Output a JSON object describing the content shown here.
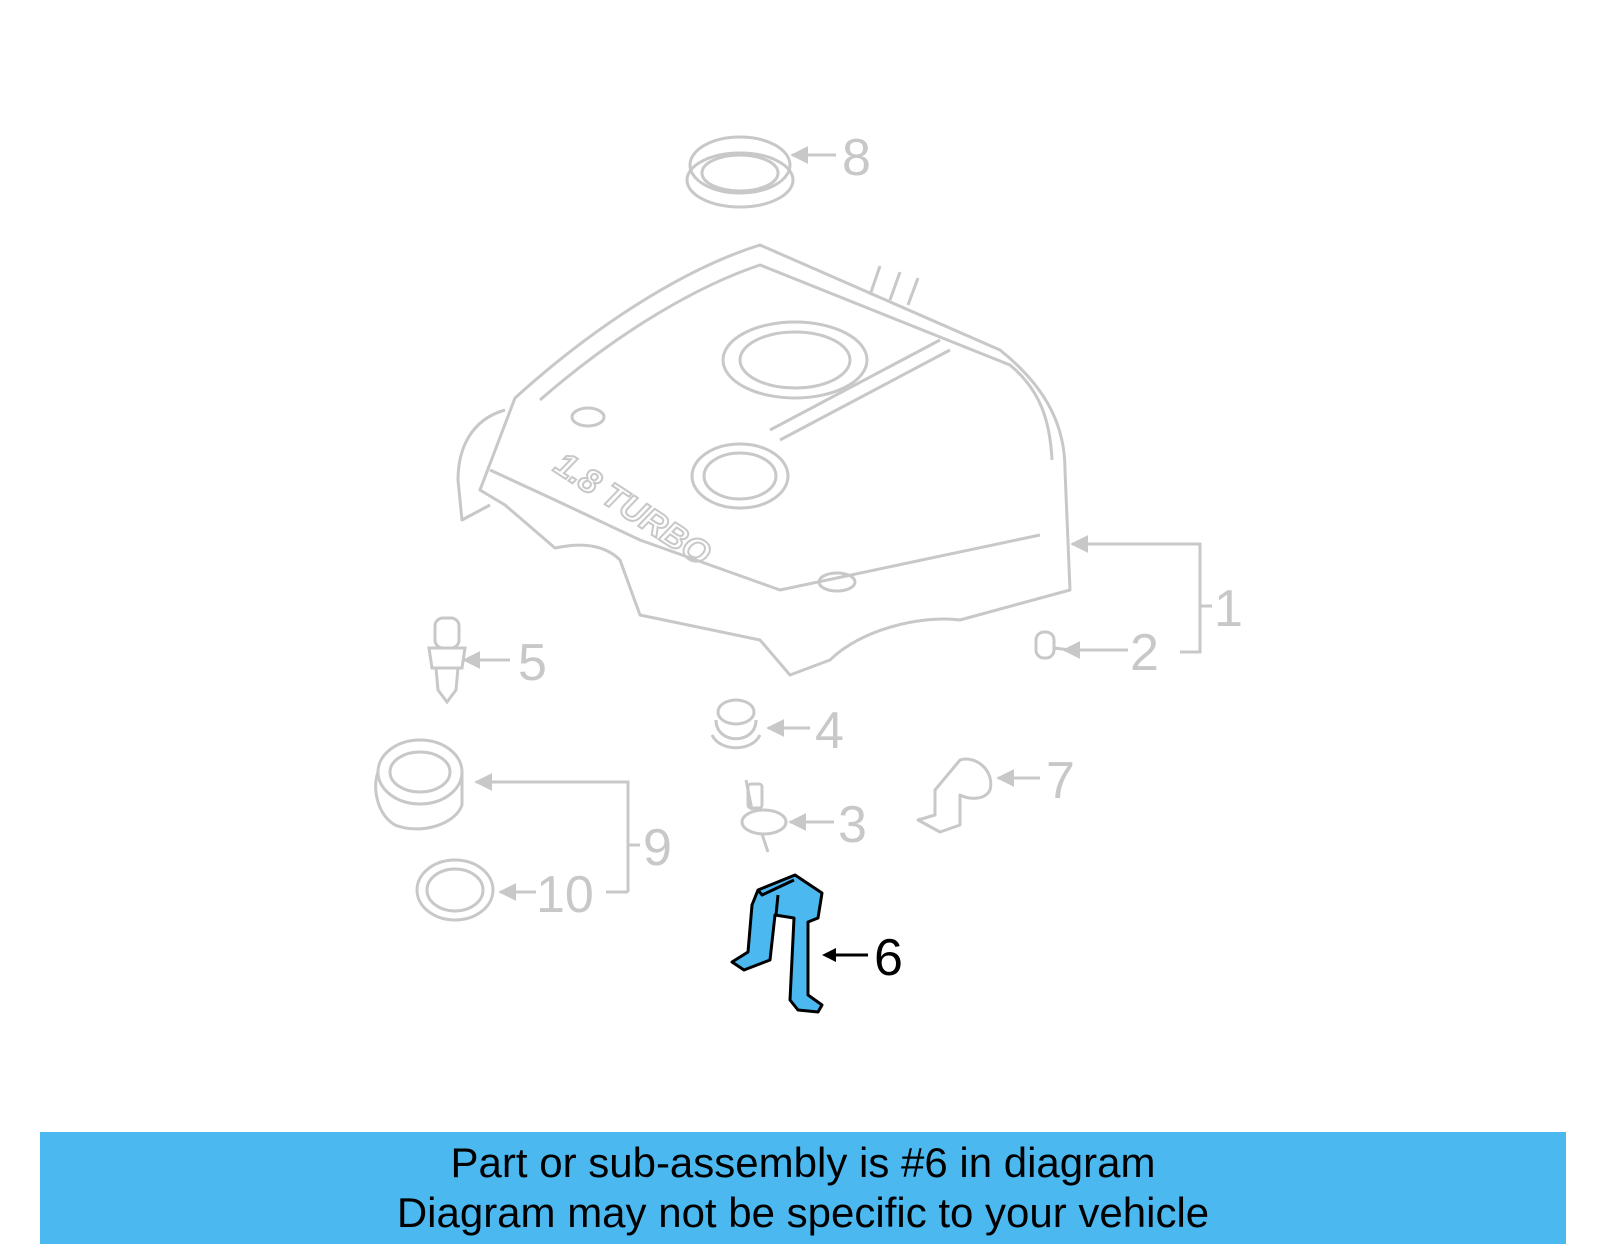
{
  "diagram": {
    "callouts": [
      {
        "id": "1",
        "label": "1",
        "highlighted": false
      },
      {
        "id": "2",
        "label": "2",
        "highlighted": false
      },
      {
        "id": "3",
        "label": "3",
        "highlighted": false
      },
      {
        "id": "4",
        "label": "4",
        "highlighted": false
      },
      {
        "id": "5",
        "label": "5",
        "highlighted": false
      },
      {
        "id": "6",
        "label": "6",
        "highlighted": true
      },
      {
        "id": "7",
        "label": "7",
        "highlighted": false
      },
      {
        "id": "8",
        "label": "8",
        "highlighted": false
      },
      {
        "id": "9",
        "label": "9",
        "highlighted": false
      },
      {
        "id": "10",
        "label": "10",
        "highlighted": false
      }
    ],
    "cover_text": "1.8 TURBO"
  },
  "banner": {
    "line1": "Part or sub-assembly is #6 in diagram",
    "line2": "Diagram may not be specific to your vehicle"
  },
  "colors": {
    "highlight": "#4cb8f0",
    "faded": "#c8c8c8",
    "ink": "#000000"
  }
}
